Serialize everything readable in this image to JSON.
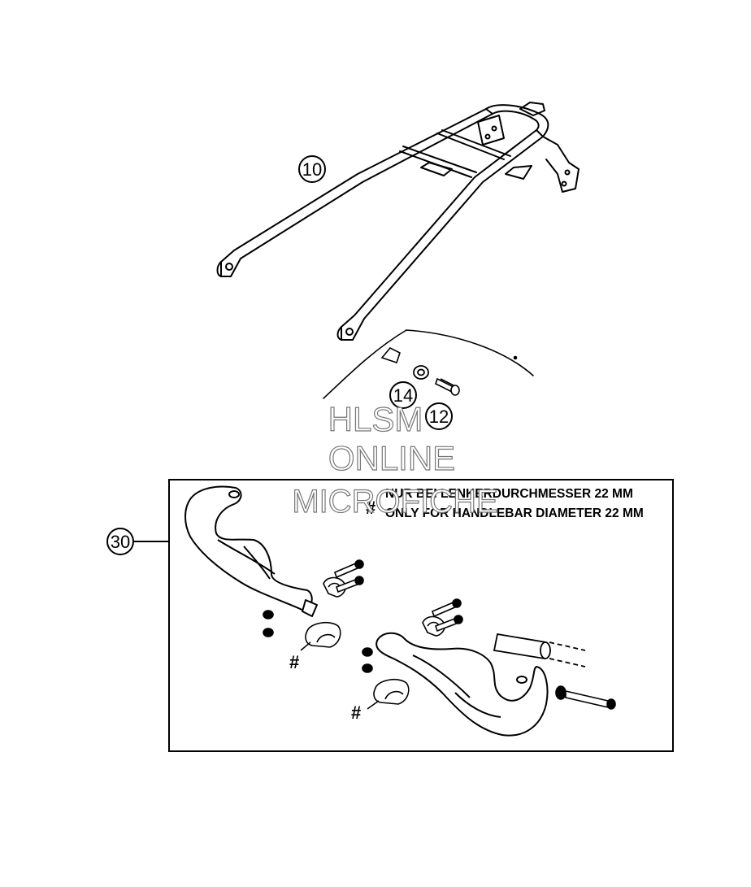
{
  "callouts": {
    "c10": "10",
    "c14": "14",
    "c12": "12",
    "c30": "30"
  },
  "note": {
    "line1": "NUR BEI LENKERDURCHMESSER 22 MM",
    "line2": "ONLY FOR HANDLEBAR DIAMETER 22 MM",
    "marker": "#"
  },
  "hash_markers": [
    "#",
    "#"
  ],
  "watermark": {
    "line1": "HLSM",
    "line2": "ONLINE",
    "line3": "MICROFICHE"
  },
  "colors": {
    "line": "#000000",
    "watermark_stroke": "#777777",
    "background": "#ffffff"
  }
}
